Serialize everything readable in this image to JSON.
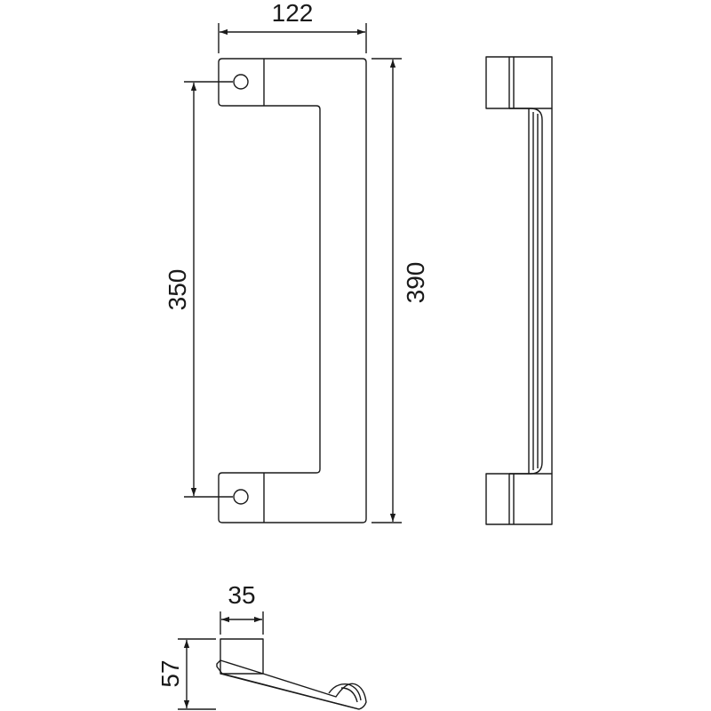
{
  "drawing": {
    "dimensions": {
      "width_top": "122",
      "inner_height": "350",
      "overall_height": "390",
      "depth": "35",
      "projection": "57"
    }
  },
  "colors": {
    "stroke": "#1a1a1a",
    "background": "#ffffff"
  }
}
